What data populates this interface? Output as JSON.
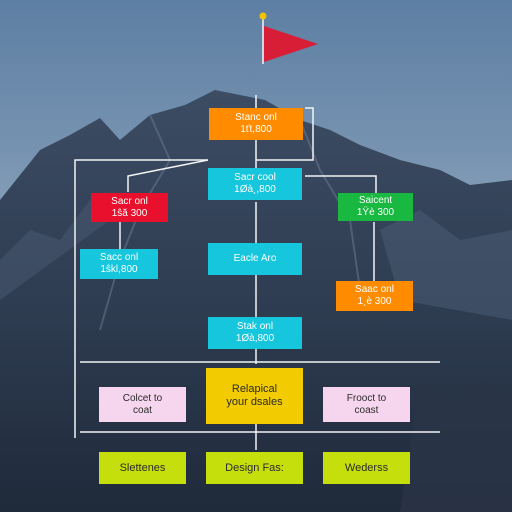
{
  "colors": {
    "orange": "#ff8c00",
    "cyan": "#16c6dc",
    "red": "#e8102c",
    "green": "#19b840",
    "pink": "#f6d6ee",
    "yellow": "#f2cc00",
    "lime": "#c5df0c",
    "flag": "#d81e36",
    "line": "#f2f4f6"
  },
  "nodes": {
    "top": [
      "Stanc onl",
      "1ťt,800"
    ],
    "center": [
      "Sacr cool",
      "1Øà¸,800"
    ],
    "left_red": [
      "Sacr onl",
      "1ŝă 300"
    ],
    "right_green": [
      "Saicent",
      "1Ÿè 300"
    ],
    "left_cyan": [
      "Sacc onl",
      "1ŝkl,800"
    ],
    "mid_cyan": [
      "Eacle Aro"
    ],
    "right_orange": [
      "Saac onl",
      "1¸è 300"
    ],
    "lower_cyan": [
      "Stak onl",
      "1Øà,800"
    ],
    "left_pink": [
      "Colcet to",
      "coat"
    ],
    "yellow_center": [
      "Relapical",
      "your dsales"
    ],
    "right_pink": [
      "Frooct to",
      "coast"
    ],
    "bottom_left": [
      "Slettenes"
    ],
    "bottom_center": [
      "Design Fas:"
    ],
    "bottom_right": [
      "Wederss"
    ]
  }
}
